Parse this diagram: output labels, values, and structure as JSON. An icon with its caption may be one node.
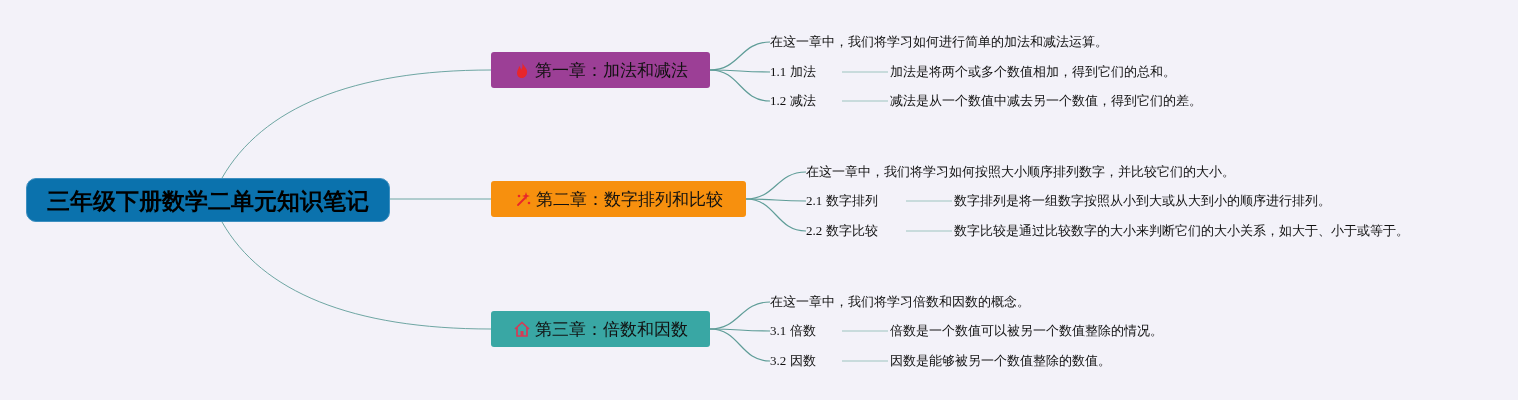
{
  "diagram": {
    "nodes": [
      {
        "text": [
          "三年级下册数学二单元知识笔记"
        ]
      },
      {
        "text": [
          "第一章：加法和减法"
        ]
      },
      {
        "text": [
          "在这一章中，我们将学习如何进行简单的加法和减法运算。"
        ]
      },
      {
        "text": [
          "1.1 加法"
        ]
      },
      {
        "text": [
          "加法是将两个或多个数值相加，得到它们的总和。"
        ]
      },
      {
        "text": [
          "1.2 减法"
        ]
      },
      {
        "text": [
          "减法是从一个数值中减去另一个数值，得到它们的差。"
        ]
      },
      {
        "text": [
          "第二章：数字排列和比较"
        ]
      },
      {
        "text": [
          "在这一章中，我们将学习如何按照大小顺序排列数字，并比较它们的大小。"
        ]
      },
      {
        "text": [
          "2.1 数字排列"
        ]
      },
      {
        "text": [
          "数字排列是将一组数字按照从小到大或从大到小的顺序进行排列。"
        ]
      },
      {
        "text": [
          "2.2 数字比较"
        ]
      },
      {
        "text": [
          "数字比较是通过比较数字的大小来判断它们的大小关系，如大于、小于或等于。"
        ]
      },
      {
        "text": [
          "第三章：倍数和因数"
        ]
      },
      {
        "text": [
          "在这一章中，我们将学习倍数和因数的概念。"
        ]
      },
      {
        "text": [
          "3.1 倍数"
        ]
      },
      {
        "text": [
          "倍数是一个数值可以被另一个数值整除的情况。"
        ]
      },
      {
        "text": [
          "3.2 因数"
        ]
      },
      {
        "text": [
          "因数是能够被另一个数值整除的数值。"
        ]
      }
    ],
    "edges": [
      {
        "from": 0,
        "to": 1,
        "arrow": "none"
      },
      {
        "from": 0,
        "to": 7,
        "arrow": "none"
      },
      {
        "from": 0,
        "to": 13,
        "arrow": "none"
      },
      {
        "from": 1,
        "to": 2,
        "arrow": "none"
      },
      {
        "from": 1,
        "to": 3,
        "arrow": "none"
      },
      {
        "from": 1,
        "to": 5,
        "arrow": "none"
      },
      {
        "from": 3,
        "to": 4,
        "arrow": "none"
      },
      {
        "from": 5,
        "to": 6,
        "arrow": "none"
      },
      {
        "from": 7,
        "to": 8,
        "arrow": "none"
      },
      {
        "from": 7,
        "to": 9,
        "arrow": "none"
      },
      {
        "from": 7,
        "to": 11,
        "arrow": "none"
      },
      {
        "from": 9,
        "to": 10,
        "arrow": "none"
      },
      {
        "from": 11,
        "to": 12,
        "arrow": "none"
      },
      {
        "from": 13,
        "to": 14,
        "arrow": "none"
      },
      {
        "from": 13,
        "to": 15,
        "arrow": "none"
      },
      {
        "from": 13,
        "to": 17,
        "arrow": "none"
      },
      {
        "from": 15,
        "to": 16,
        "arrow": "none"
      },
      {
        "from": 17,
        "to": 18,
        "arrow": "none"
      }
    ]
  }
}
